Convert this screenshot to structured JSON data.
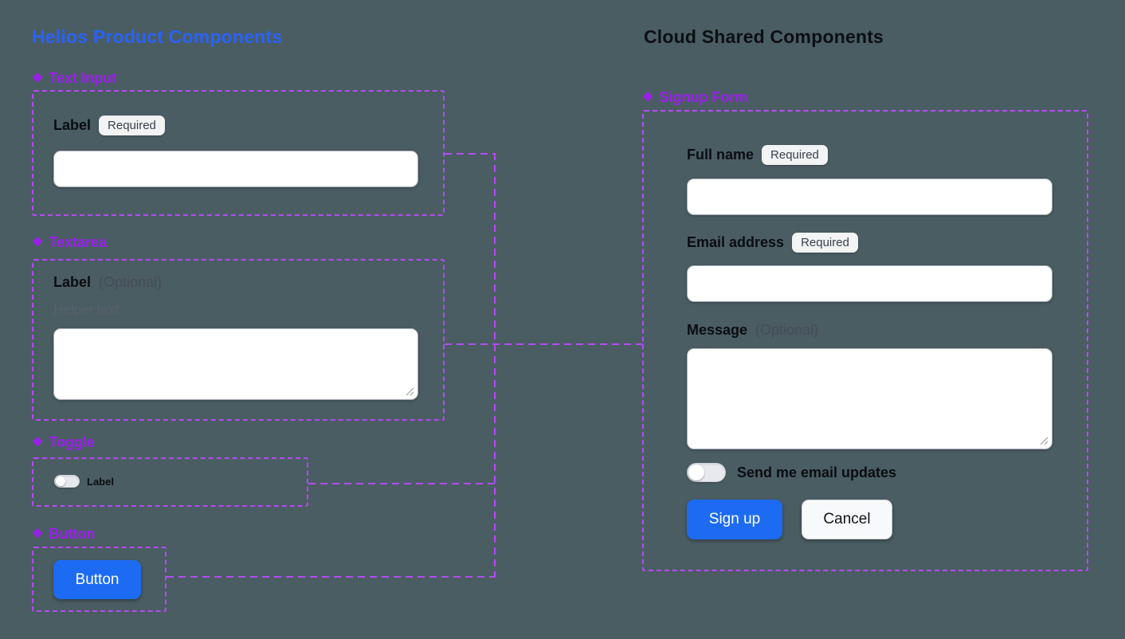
{
  "canvas": {
    "background": "#4a5d62"
  },
  "colors": {
    "left_title_blue": "#2a62f8",
    "button_blue": "#1d6bf3",
    "component_purple": "#9d1ff0",
    "wire_purple": "#b44bf5",
    "badge_bg": "#f2f3f5"
  },
  "icons": {
    "component": "❖"
  },
  "left": {
    "title": "Helios Product Components",
    "text_input_section": {
      "section_label": "Text Input",
      "field_label": "Label",
      "badge": "Required",
      "input_value": ""
    },
    "textarea_section": {
      "section_label": "Textarea",
      "field_label": "Label",
      "optional": "(Optional)",
      "helper": "Helper text",
      "value": ""
    },
    "toggle_section": {
      "section_label": "Toggle",
      "toggle_label": "Label",
      "state": "off"
    },
    "button_section": {
      "section_label": "Button",
      "button_label": "Button"
    }
  },
  "right": {
    "title": "Cloud Shared Components",
    "signup_section": {
      "section_label": "Signup Form",
      "full_name": {
        "label": "Full name",
        "badge": "Required",
        "value": ""
      },
      "email": {
        "label": "Email address",
        "badge": "Required",
        "value": ""
      },
      "message": {
        "label": "Message",
        "optional": "(Optional)",
        "value": ""
      },
      "updates_toggle": {
        "label": "Send me email updates",
        "state": "off"
      },
      "signup_button": "Sign up",
      "cancel_button": "Cancel"
    }
  }
}
